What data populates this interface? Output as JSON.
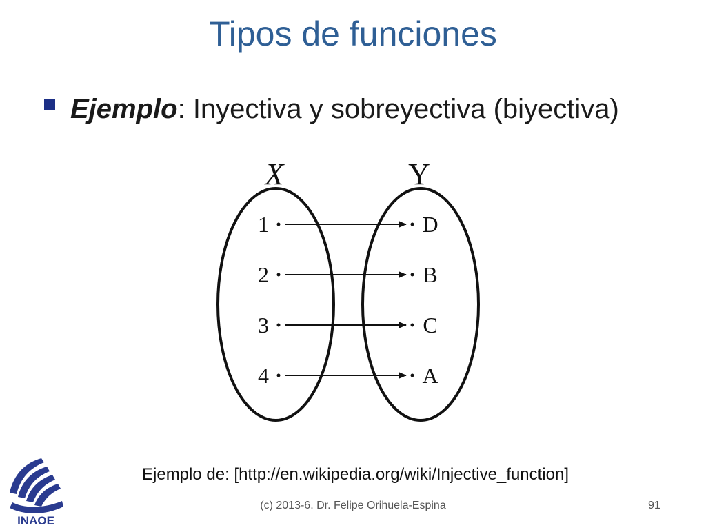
{
  "slide": {
    "title": "Tipos de funciones",
    "bullet": {
      "emphasis": "Ejemplo",
      "text": ": Inyectiva y sobreyectiva (biyectiva)"
    },
    "source": "Ejemplo de: [http://en.wikipedia.org/wiki/Injective_function]",
    "footer": "(c) 2013-6. Dr. Felipe Orihuela-Espina",
    "page_number": "91",
    "logo_text": "INAOE"
  },
  "diagram": {
    "set_x_label": "X",
    "set_y_label": "Y",
    "domain": [
      "1",
      "2",
      "3",
      "4"
    ],
    "codomain": [
      "D",
      "B",
      "C",
      "A"
    ],
    "mapping": [
      [
        "1",
        "D"
      ],
      [
        "2",
        "B"
      ],
      [
        "3",
        "C"
      ],
      [
        "4",
        "A"
      ]
    ]
  },
  "colors": {
    "title": "#2f5f95",
    "bullet": "#1c2f86",
    "logo": "#2a3b8f"
  }
}
